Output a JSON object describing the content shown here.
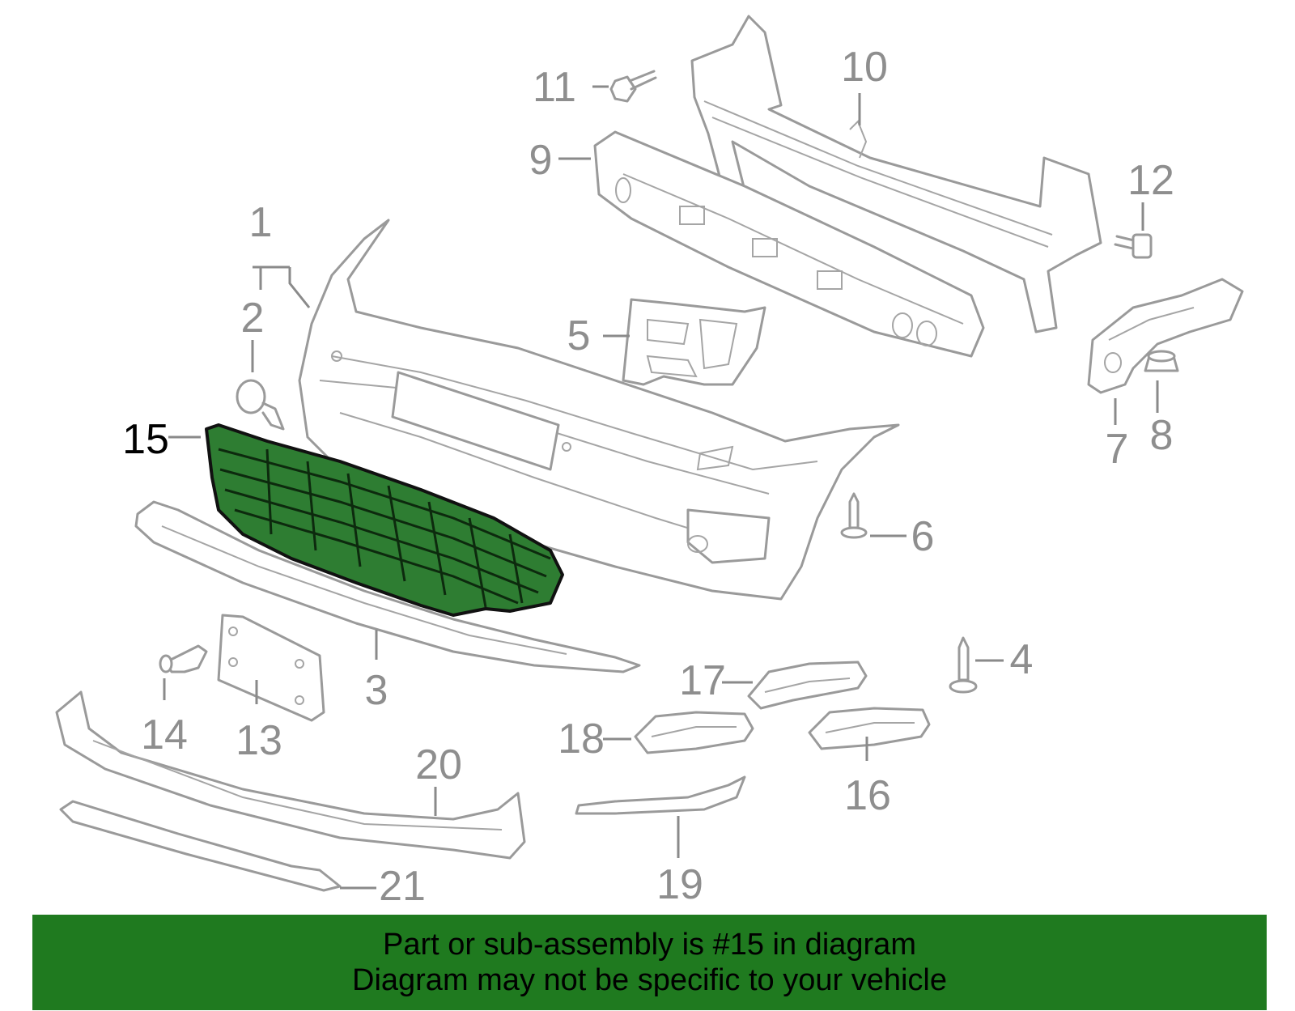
{
  "diagram": {
    "callouts": [
      "1",
      "2",
      "3",
      "4",
      "5",
      "6",
      "7",
      "8",
      "9",
      "10",
      "11",
      "12",
      "13",
      "14",
      "15",
      "16",
      "17",
      "18",
      "19",
      "20",
      "21"
    ],
    "highlighted_part": "15",
    "colors": {
      "highlight": "#2e7d32",
      "banner": "#1f7a1f",
      "line_art": "#9a9a9a"
    }
  },
  "banner": {
    "line1": "Part or sub-assembly is #15 in diagram",
    "line2": "Diagram may not be specific to your vehicle"
  }
}
